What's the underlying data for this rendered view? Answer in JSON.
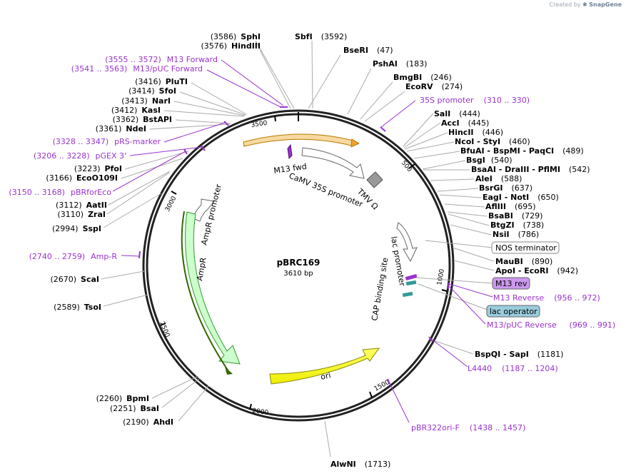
{
  "header": {
    "credit_prefix": "Created by",
    "credit_brand": "SnapGene"
  },
  "colors": {
    "primer": "#9933cc",
    "ori": "#ffff00",
    "ampr": "#ccffcc",
    "promoter_arrow": "#ffffff",
    "terminator": "#999999",
    "lac_operator": "#99ccdd",
    "m13_rev_box": "#cc99ee",
    "enzyme": "#000000"
  },
  "plasmid": {
    "name": "pBRC169",
    "length_label": "3610 bp",
    "length": 3610
  },
  "ticks": [
    "500",
    "1000",
    "1500",
    "2000",
    "2500",
    "3000",
    "3500"
  ],
  "enzymes": [
    {
      "name": "SbfI",
      "pos": "(3592)"
    },
    {
      "name": "BseRI",
      "pos": "(47)"
    },
    {
      "name": "PshAI",
      "pos": "(183)"
    },
    {
      "name": "BmgBI",
      "pos": "(246)"
    },
    {
      "name": "EcoRV",
      "pos": "(274)"
    },
    {
      "name": "SalI",
      "pos": "(444)"
    },
    {
      "name": "AccI",
      "pos": "(445)"
    },
    {
      "name": "HincII",
      "pos": "(446)"
    },
    {
      "name": "NcoI - StyI",
      "pos": "(460)"
    },
    {
      "name": "BfuAI - BspMI - PaqCI",
      "pos": "(489)"
    },
    {
      "name": "BsgI",
      "pos": "(540)"
    },
    {
      "name": "BsaAI - DraIII - PflMI",
      "pos": "(542)"
    },
    {
      "name": "AleI",
      "pos": "(588)"
    },
    {
      "name": "BsrGI",
      "pos": "(637)"
    },
    {
      "name": "EagI - NotI",
      "pos": "(650)"
    },
    {
      "name": "AflIII",
      "pos": "(695)"
    },
    {
      "name": "BsaBI",
      "pos": "(729)"
    },
    {
      "name": "BtgZI",
      "pos": "(738)"
    },
    {
      "name": "NsiI",
      "pos": "(786)"
    },
    {
      "name": "MauBI",
      "pos": "(890)"
    },
    {
      "name": "ApoI - EcoRI",
      "pos": "(942)"
    },
    {
      "name": "BspQI - SapI",
      "pos": "(1181)"
    },
    {
      "name": "AlwNI",
      "pos": "(1713)"
    },
    {
      "name": "SphI",
      "pos": "(3586)"
    },
    {
      "name": "HindIII",
      "pos": "(3576)"
    },
    {
      "name": "PluTI",
      "pos": "(3416)"
    },
    {
      "name": "SfoI",
      "pos": "(3414)"
    },
    {
      "name": "NarI",
      "pos": "(3413)"
    },
    {
      "name": "KasI",
      "pos": "(3412)"
    },
    {
      "name": "BstAPI",
      "pos": "(3362)"
    },
    {
      "name": "NdeI",
      "pos": "(3361)"
    },
    {
      "name": "PfoI",
      "pos": "(3223)"
    },
    {
      "name": "EcoO109I",
      "pos": "(3166)"
    },
    {
      "name": "AatII",
      "pos": "(3112)"
    },
    {
      "name": "ZraI",
      "pos": "(3110)"
    },
    {
      "name": "SspI",
      "pos": "(2994)"
    },
    {
      "name": "ScaI",
      "pos": "(2670)"
    },
    {
      "name": "TsoI",
      "pos": "(2589)"
    },
    {
      "name": "BpmI",
      "pos": "(2260)"
    },
    {
      "name": "BsaI",
      "pos": "(2251)"
    },
    {
      "name": "AhdI",
      "pos": "(2190)"
    }
  ],
  "primers": [
    {
      "range": "(3555 .. 3572)",
      "name": "M13 Forward"
    },
    {
      "range": "(3541 .. 3563)",
      "name": "M13/pUC Forward"
    },
    {
      "name": "35S promoter",
      "range": "(310 .. 330)"
    },
    {
      "range": "(3328 .. 3347)",
      "name": "pRS-marker"
    },
    {
      "range": "(3206 .. 3228)",
      "name": "pGEX 3'"
    },
    {
      "range": "(3150 .. 3168)",
      "name": "pBRforEco"
    },
    {
      "range": "(2740 .. 2759)",
      "name": "Amp-R"
    },
    {
      "name": "M13 Reverse",
      "range": "(956 .. 972)"
    },
    {
      "name": "M13/pUC Reverse",
      "range": "(969 .. 991)"
    },
    {
      "name": "L4440",
      "range": "(1187 .. 1204)"
    },
    {
      "name": "pBR322ori-F",
      "range": "(1438 .. 1457)"
    }
  ],
  "features": {
    "nos_terminator": "NOS terminator",
    "m13_rev": "M13 rev",
    "lac_operator": "lac operator",
    "ori": "ori",
    "ampr": "AmpR",
    "ampr_promoter": "AmpR promoter",
    "camv_35s_promoter": "CaMV 35S promoter",
    "tmv_omega": "TMV Ω",
    "m13_fwd": "M13 fwd",
    "lac_promoter": "lac promoter",
    "cap_binding_site": "CAP binding site"
  }
}
